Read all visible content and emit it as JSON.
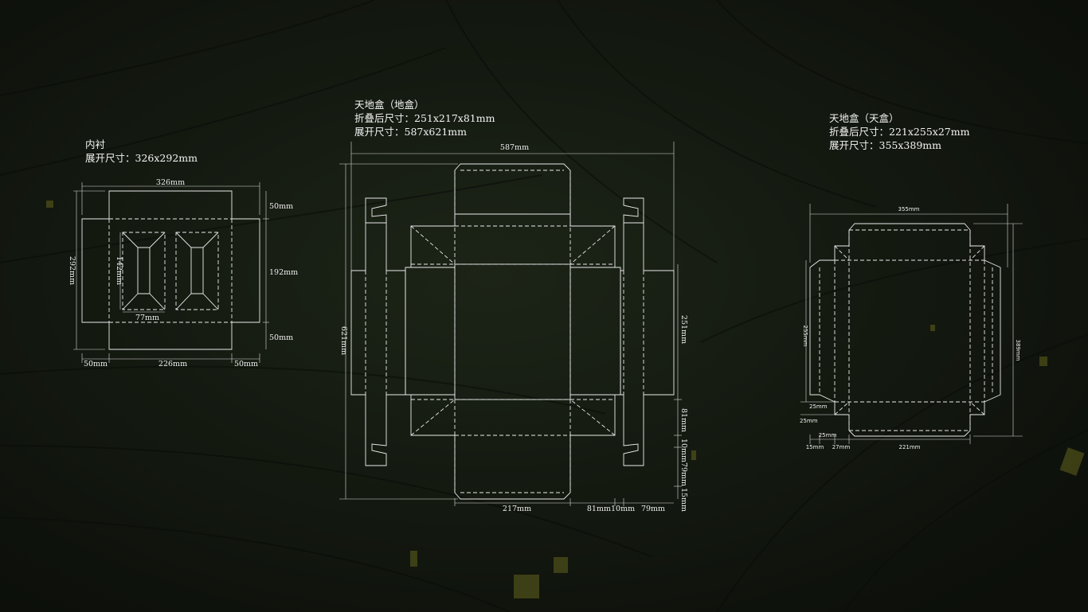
{
  "liner": {
    "title": "内衬",
    "spec": "展开尺寸：326x292mm",
    "dims": {
      "width_top": "326mm",
      "height_left": "292mm",
      "cavity_height": "142mm",
      "cavity_width": "77mm",
      "side_top": "50mm",
      "side_mid": "192mm",
      "side_bottom": "50mm",
      "bottom_left": "50mm",
      "bottom_mid": "226mm",
      "bottom_right": "50mm"
    }
  },
  "base_box": {
    "title": "天地盒（地盒）",
    "folded": "折叠后尺寸：251x217x81mm",
    "spec": "展开尺寸：587x621mm",
    "dims": {
      "width_top": "587mm",
      "height_left": "621mm",
      "r_251": "251mm",
      "r_81": "81mm",
      "r_10": "10mm",
      "r_79": "79mm",
      "r_15": "15mm",
      "b_217": "217mm",
      "b_81_10": "81mm10mm",
      "b_79": "79mm"
    }
  },
  "lid_box": {
    "title": "天地盒（天盒）",
    "folded": "折叠后尺寸：221x255x27mm",
    "spec": "展开尺寸：355x389mm",
    "dims": {
      "width_top": "355mm",
      "height_left": "255mm",
      "height_right": "389mm",
      "d_25a": "25mm",
      "d_25b": "25mm",
      "d_25c": "25mm",
      "b_15": "15mm",
      "b_27": "27mm",
      "b_221": "221mm"
    }
  }
}
